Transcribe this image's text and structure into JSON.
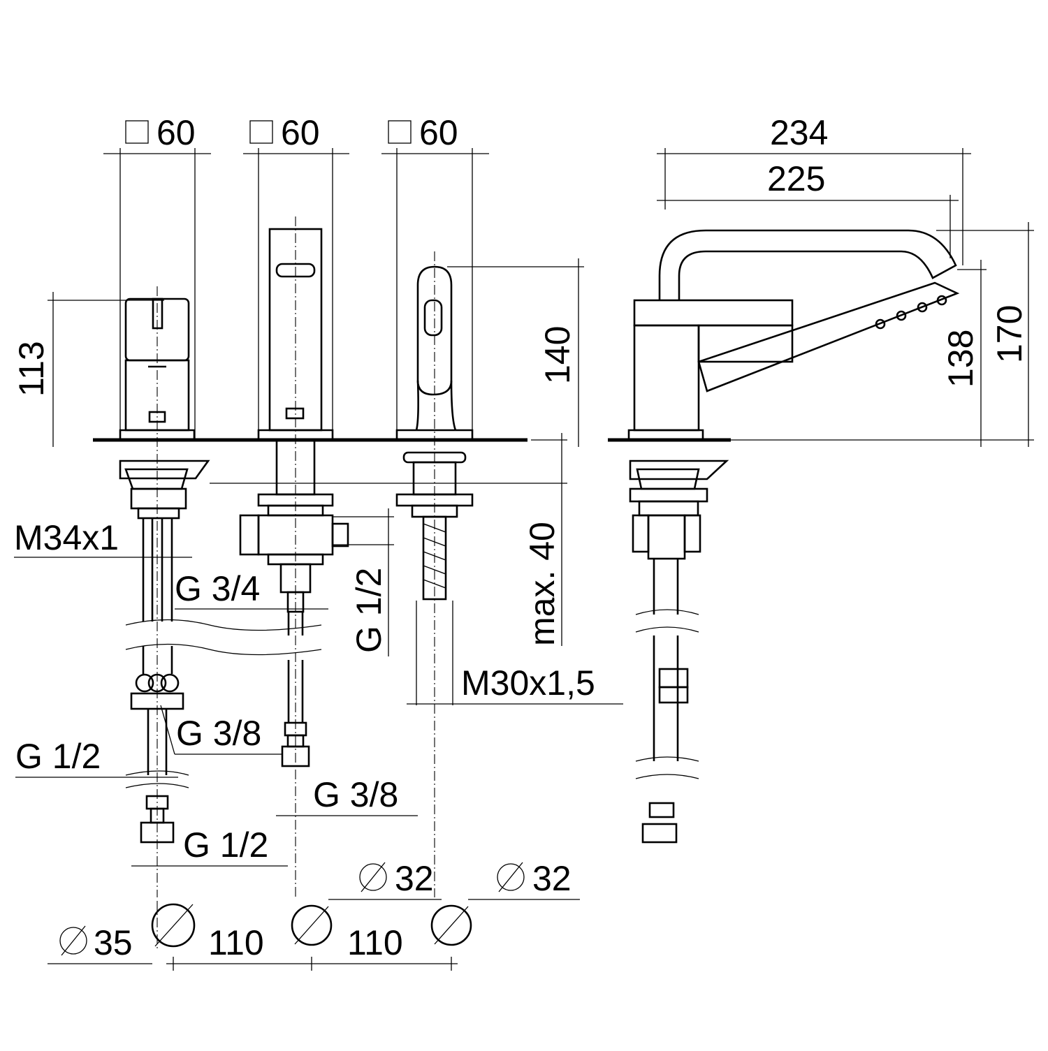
{
  "dimensions": {
    "square_1": "60",
    "square_2": "60",
    "square_3": "60",
    "width_234": "234",
    "width_225": "225",
    "height_113": "113",
    "height_140": "140",
    "height_138": "138",
    "height_170": "170",
    "max_40": "max. 40",
    "thread_m34": "M34x1",
    "thread_g34": "G 3/4",
    "thread_g12_mid": "G 1/2",
    "thread_m30": "M30x1,5",
    "thread_g38_left": "G 3/8",
    "thread_g12_left": "G 1/2",
    "thread_g38_mid": "G 3/8",
    "thread_g12_bottom": "G 1/2",
    "hole_35": "35",
    "hole_32_a": "32",
    "hole_32_b": "32",
    "spacing_110_a": "110",
    "spacing_110_b": "110"
  },
  "icons": {
    "square_symbol": "square-icon",
    "diameter_symbol": "diameter-icon"
  },
  "colors": {
    "line": "#000000",
    "background": "#ffffff"
  }
}
